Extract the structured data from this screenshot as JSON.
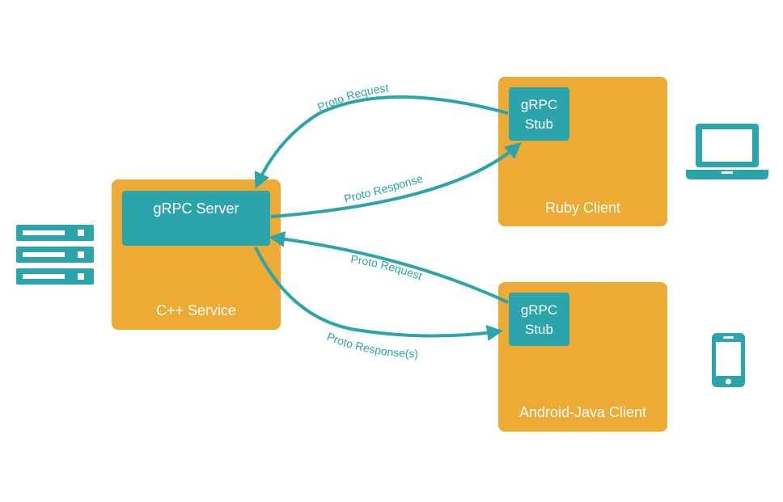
{
  "colors": {
    "service_box": "#EDAA35",
    "component_box": "#2BA4AB",
    "arrow": "#2BA4AB",
    "text_on_box": "#FFFFFF"
  },
  "cpp_service": {
    "server_label": "gRPC Server",
    "service_label": "C++ Service",
    "icon": "server-rack-icon"
  },
  "ruby_client": {
    "stub_line1": "gRPC",
    "stub_line2": "Stub",
    "client_label": "Ruby Client",
    "icon": "laptop-icon"
  },
  "android_client": {
    "stub_line1": "gRPC",
    "stub_line2": "Stub",
    "client_label": "Android-Java Client",
    "icon": "smartphone-icon"
  },
  "arrows": {
    "ruby_request": "Proto Request",
    "ruby_response": "Proto Response",
    "android_request": "Proto Request",
    "android_response": "Proto Response(s)"
  }
}
